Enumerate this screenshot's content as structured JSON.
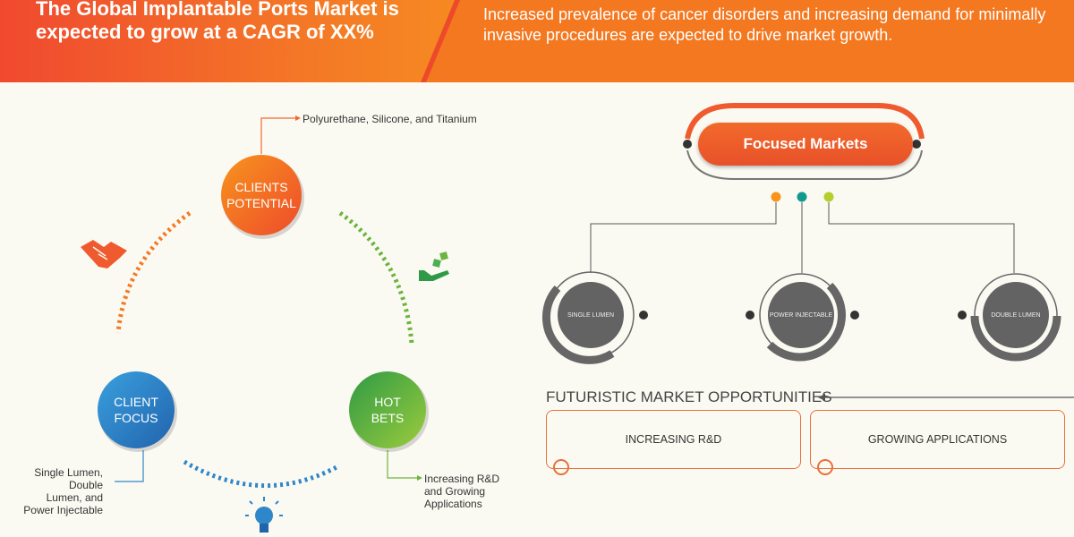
{
  "header": {
    "title": "The Global Implantable Ports Market is expected to grow at a CAGR of XX%",
    "subtitle": "Increased prevalence of cancer disorders and increasing demand for minimally invasive procedures are expected to drive market growth."
  },
  "cycle": {
    "clients_potential": {
      "label_line1": "CLIENTS",
      "label_line2": "POTENTIAL",
      "note": "Polyurethane, Silicone, and Titanium",
      "color": "#f26a2b"
    },
    "client_focus": {
      "label_line1": "CLIENT",
      "label_line2": "FOCUS",
      "note_lines": [
        "Single Lumen,",
        "Double",
        "Lumen, and",
        "Power Injectable"
      ],
      "color": "#2f86c9"
    },
    "hot_bets": {
      "label_line1": "HOT",
      "label_line2": "BETS",
      "note_lines": [
        "Increasing R&D",
        "and Growing",
        "Applications"
      ],
      "color": "#6db33f"
    },
    "icons": [
      "handshake-icon",
      "hand-dice-icon",
      "lightbulb-icon"
    ]
  },
  "focused_markets": {
    "title": "Focused Markets",
    "segments": [
      "SINGLE LUMEN",
      "POWER INJECTABLE",
      "DOUBLE LUMEN"
    ],
    "dot_colors": [
      "#f7941d",
      "#12998e",
      "#b5cf2c"
    ]
  },
  "opportunities": {
    "title": "FUTURISTIC MARKET OPPORTUNITIES",
    "items": [
      "INCREASING R&D",
      "GROWING APPLICATIONS"
    ]
  }
}
